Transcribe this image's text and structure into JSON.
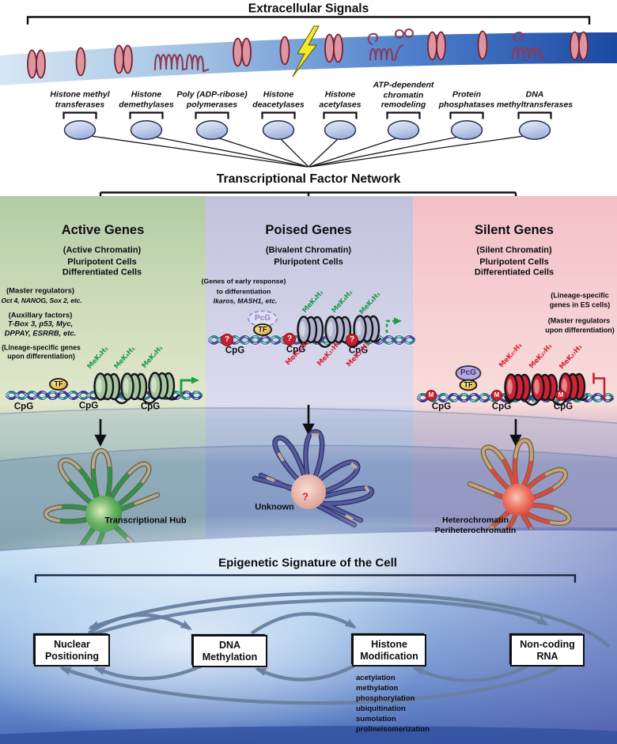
{
  "colors": {
    "accent_green": "#1f9c46",
    "accent_red": "#cc2233",
    "arc_blue": "#68809f",
    "membrane_dark": "#1c49a2",
    "panel_green": "#b3cba6",
    "panel_lavender": "#c2c2dd",
    "panel_pink": "#f3c0c5"
  },
  "header": {
    "title": "Extracellular Signals"
  },
  "enzymes": [
    {
      "lines": [
        "Histone methyl",
        "transferases"
      ]
    },
    {
      "lines": [
        "Histone",
        "demethylases"
      ]
    },
    {
      "lines": [
        "Poly (ADP-ribose)",
        "polymerases"
      ]
    },
    {
      "lines": [
        "Histone",
        "deacetylases"
      ]
    },
    {
      "lines": [
        "Histone",
        "acetylases"
      ]
    },
    {
      "lines": [
        "ATP-dependent",
        "chromatin",
        "remodeling"
      ]
    },
    {
      "lines": [
        "Protein",
        "phosphatases"
      ]
    },
    {
      "lines": [
        "DNA",
        "methyltransferases"
      ]
    }
  ],
  "network": {
    "label": "Transcriptional Factor Network"
  },
  "panels": {
    "active": {
      "title": "Active Genes",
      "chromatin": "(Active Chromatin)",
      "cells1": "Pluripotent Cells",
      "cells2": "Differentiated Cells",
      "note1": "(Master regulators)",
      "note1b": "Oct 4, NANOG, Sox 2, etc.",
      "note2": "(Auxillary factors)",
      "note2b": "T-Box 3, p53, Myc,",
      "note2c": "DPPAY, ESRRB, etc.",
      "note3": "(Lineage-specific genes",
      "note3b": "upon differentiation)",
      "tf": "TF",
      "cpg": "CpG",
      "me": "MeK₄H₃"
    },
    "poised": {
      "title": "Poised Genes",
      "chromatin": "(Bivalent Chromatin)",
      "cells1": "Pluripotent Cells",
      "note1": "(Genes of early response)",
      "note1b": "to differentiation",
      "note1c": "Ikaros, MASH1, etc.",
      "pcg": "PcG",
      "tf": "TF",
      "cpg": "CpG",
      "q": "?",
      "me_top": "MeK₄H₃",
      "me_bottom": "MeK₂₇H₃"
    },
    "silent": {
      "title": "Silent Genes",
      "chromatin": "(Silent Chromatin)",
      "cells1": "Pluripotent Cells",
      "cells2": "Differentiated Cells",
      "note1": "(Lineage-specific",
      "note1b": "genes in ES cells)",
      "note2": "(Master regulators",
      "note2b": "upon differentiation)",
      "pcg": "PcG",
      "tf": "TF",
      "cpg": "CpG",
      "m": "M",
      "me": "MeK₂₇H₃"
    }
  },
  "hubs": {
    "active": "Transcriptional Hub",
    "poised": "Unknown",
    "poised_q": "?",
    "silent1": "Heterochromatin",
    "silent2": "Periheterochromatin"
  },
  "signature": {
    "title": "Epigenetic Signature of the Cell",
    "boxes": [
      {
        "lines": [
          "Nuclear",
          "Positioning"
        ]
      },
      {
        "lines": [
          "DNA",
          "Methylation"
        ]
      },
      {
        "lines": [
          "Histone",
          "Modification"
        ]
      },
      {
        "lines": [
          "Non-coding",
          "RNA"
        ]
      }
    ],
    "modifications": [
      "acetylation",
      "methylation",
      "phosphorylation",
      "ubiquitination",
      "sumolation",
      "prolineisomerization"
    ]
  }
}
